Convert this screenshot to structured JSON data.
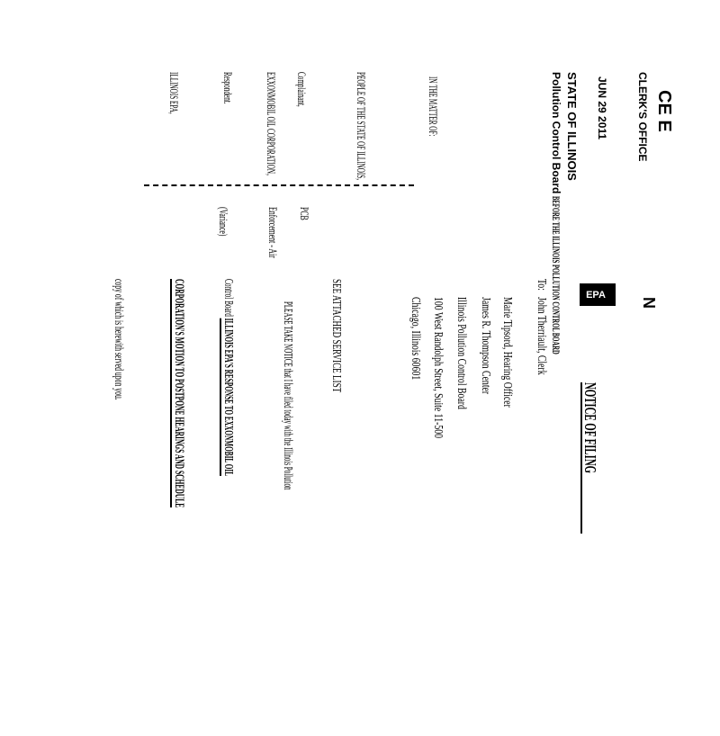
{
  "stamp": {
    "received": "CE  E",
    "office": "CLERK'S OFFICE",
    "date": "JUN 29 2011",
    "state": "STATE OF ILLINOIS",
    "board": "Pollution Control Board"
  },
  "header": {
    "board_caption": "BEFORE THE ILLINOIS POLLUTION CONTROL BOARD",
    "logo_mark": "N",
    "logo_text": "EPA",
    "title": "NOTICE OF FILING"
  },
  "recipients": {
    "to_label": "To:",
    "lines": [
      "John Therriault, Clerk",
      "Marie Tipsord, Hearing Officer",
      "James R. Thompson Center",
      "Illinois Pollution Control Board",
      "100 West Randolph Street, Suite 11-500",
      "Chicago, Illinois 60601"
    ]
  },
  "caption": {
    "in_the_matter": "IN THE MATTER OF:",
    "parties": [
      "PEOPLE OF THE STATE OF ILLINOIS,",
      "Complainant,",
      "EXXONMOBIL OIL CORPORATION,",
      "Respondent.",
      "ILLINOIS EPA,"
    ],
    "case_no": "PCB",
    "case_type": "Enforcement - Air",
    "variance": "(Variance)"
  },
  "body": {
    "service_list": "SEE ATTACHED SERVICE LIST",
    "notice_line1": "PLEASE TAKE NOTICE that I have filed today with the Illinois Pollution",
    "notice_line2_prefix": "Control Board",
    "notice_line2_bold": "ILLINOIS EPA'S RESPONSE TO EXXONMOBIL OIL",
    "notice_line3_bold": "CORPORATION'S MOTION TO POSTPONE HEARINGS AND SCHEDULE",
    "notice_line4": "copy of which is herewith served upon you."
  }
}
